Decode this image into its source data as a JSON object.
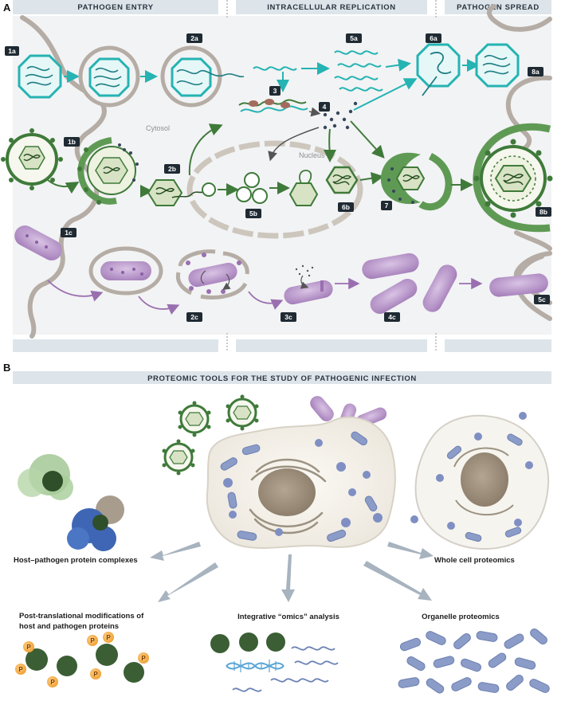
{
  "panel_a": {
    "label": "A",
    "headers": [
      "PATHOGEN ENTRY",
      "INTRACELLULAR REPLICATION",
      "PATHOGEN SPREAD"
    ],
    "compartments": {
      "cytosol": "Cytosol",
      "nucleus": "Nucleus"
    },
    "steps": [
      "1a",
      "2a",
      "3",
      "5a",
      "6a",
      "8a",
      "4",
      "1b",
      "2b",
      "5b",
      "6b",
      "7",
      "8b",
      "1c",
      "2c",
      "3c",
      "4c",
      "5c"
    ]
  },
  "panel_b": {
    "label": "B",
    "banner": "PROTEOMIC TOOLS FOR THE STUDY OF PATHOGENIC INFECTION",
    "tools": {
      "complexes": "Host–pathogen protein complexes",
      "whole_cell": "Whole cell proteomics",
      "ptm_line1": "Post-translational modifications of",
      "ptm_line2": "host and pathogen proteins",
      "omics": "Integrative “omics” analysis",
      "organelle": "Organelle proteomics"
    },
    "phospho_symbol": "P"
  },
  "colors": {
    "viral_rna": "#25b3b3",
    "dna_virus": "#3f7a3a",
    "bacterium": "#9a6fb0",
    "membrane": "#b5ada5",
    "header_band": "#dde5ea",
    "tag": "#1f2a33",
    "mitochondria": "#8a9cc7",
    "phosphate": "#f0a332"
  }
}
